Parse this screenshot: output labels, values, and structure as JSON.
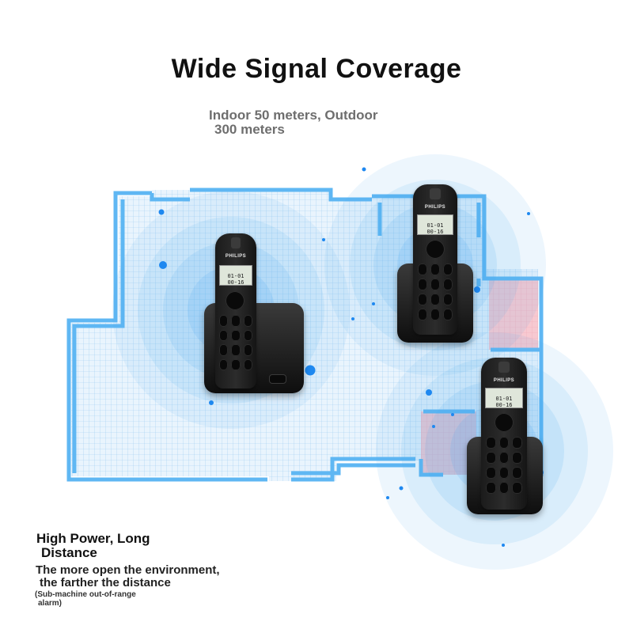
{
  "title": "Wide Signal Coverage",
  "subtitle": {
    "line1": "Indoor 50 meters, Outdoor",
    "line2": "300 meters"
  },
  "phones": {
    "brand": "PHILIPS",
    "screen_date": "01-01",
    "screen_time": "00-16"
  },
  "features": {
    "heading_line1": "High Power, Long",
    "heading_line2": "Distance",
    "desc_line1": "The more open the environment,",
    "desc_line2": "the farther the distance",
    "note_line1": "(Sub-machine out-of-range",
    "note_line2": "alarm)"
  },
  "colors": {
    "grid_blue": "#8cc8f5",
    "wall_blue": "#56b4f2",
    "signal_blue": "#1e90ff",
    "alarm_pink": "#f5b8c4",
    "phone_black": "#141414"
  },
  "icons": [
    "signal-wave-icon",
    "signal-dot-icon",
    "cordless-phone-icon"
  ]
}
